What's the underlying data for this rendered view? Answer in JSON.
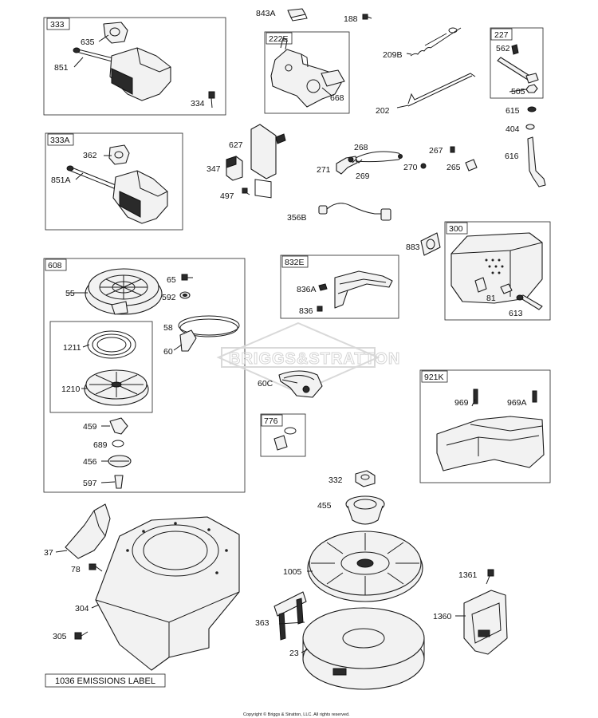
{
  "labels": {
    "p843A": "843A",
    "p188": "188",
    "p222E": "222E",
    "p668": "668",
    "p209B": "209B",
    "p202": "202",
    "p227": "227",
    "p562": "562",
    "p505": "505",
    "p615": "615",
    "p404": "404",
    "p616": "616",
    "p333": "333",
    "p635": "635",
    "p851": "851",
    "p334": "334",
    "p333A": "333A",
    "p362": "362",
    "p851A": "851A",
    "p627": "627",
    "p347": "347",
    "p497": "497",
    "p268": "268",
    "p271": "271",
    "p269": "269",
    "p270": "270",
    "p267": "267",
    "p265": "265",
    "p356B": "356B",
    "p883": "883",
    "p300": "300",
    "p81": "81",
    "p613": "613",
    "p608": "608",
    "p55": "55",
    "p65": "65",
    "p592": "592",
    "p58": "58",
    "p60": "60",
    "p1211": "1211",
    "p1210": "1210",
    "p459": "459",
    "p689": "689",
    "p456": "456",
    "p597": "597",
    "p832E": "832E",
    "p836A": "836A",
    "p836": "836",
    "p60C": "60C",
    "p776": "776",
    "p921K": "921K",
    "p969": "969",
    "p969A": "969A",
    "p332": "332",
    "p455": "455",
    "p1005": "1005",
    "p363": "363",
    "p23": "23",
    "p1361": "1361",
    "p1360": "1360",
    "p37": "37",
    "p78": "78",
    "p304": "304",
    "p305": "305"
  },
  "emissions_label": "1036 EMISSIONS LABEL",
  "watermark": "BRIGGS&STRATTON",
  "copyright": "Copyright © Briggs & Stratton, LLC. All rights reserved.",
  "colors": {
    "line": "#1a1a1a",
    "part_fill": "#f2f2f2",
    "watermark": "#d9d9d9"
  }
}
